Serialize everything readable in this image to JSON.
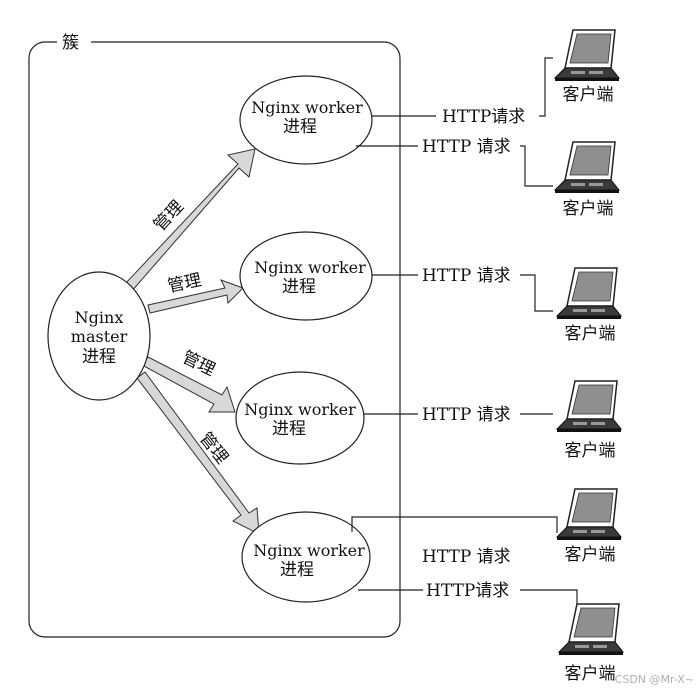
{
  "cluster": {
    "label": "簇"
  },
  "master": {
    "line1": "Nginx",
    "line2": "master",
    "line3": "进程"
  },
  "workers": [
    {
      "line1": "Nginx worker",
      "line2": "进程"
    },
    {
      "line1": "Nginx worker",
      "line2": "进程"
    },
    {
      "line1": "Nginx worker",
      "line2": "进程"
    },
    {
      "line1": "Nginx worker",
      "line2": "进程"
    }
  ],
  "manage_label": "管理",
  "request_label": "HTTP请求",
  "request_label_spaced": "HTTP 请求",
  "client_label": "客户端",
  "watermark": "CSDN @Mr-X~"
}
